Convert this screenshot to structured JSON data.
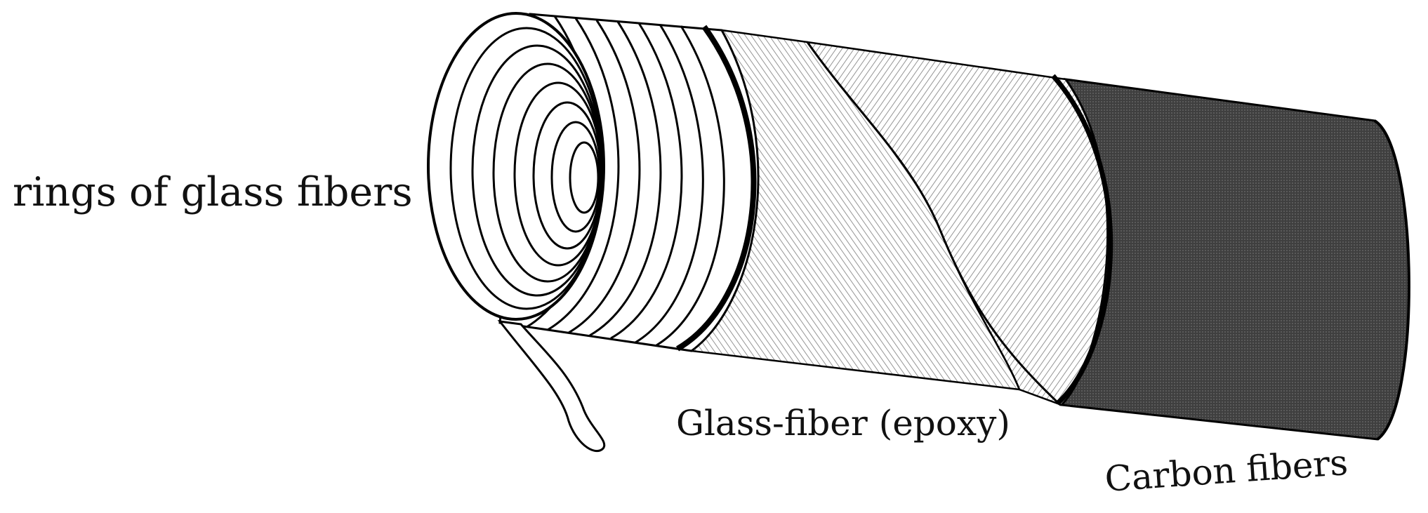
{
  "labels": {
    "rings": "rings of glass fibers",
    "glass": "Glass-fiber (epoxy)",
    "carbon": "Carbon fibers"
  },
  "colors": {
    "outline": "#000000",
    "carbon_fill": "#4a4a4a",
    "glass_hatch": "#777777",
    "background": "#ffffff"
  }
}
